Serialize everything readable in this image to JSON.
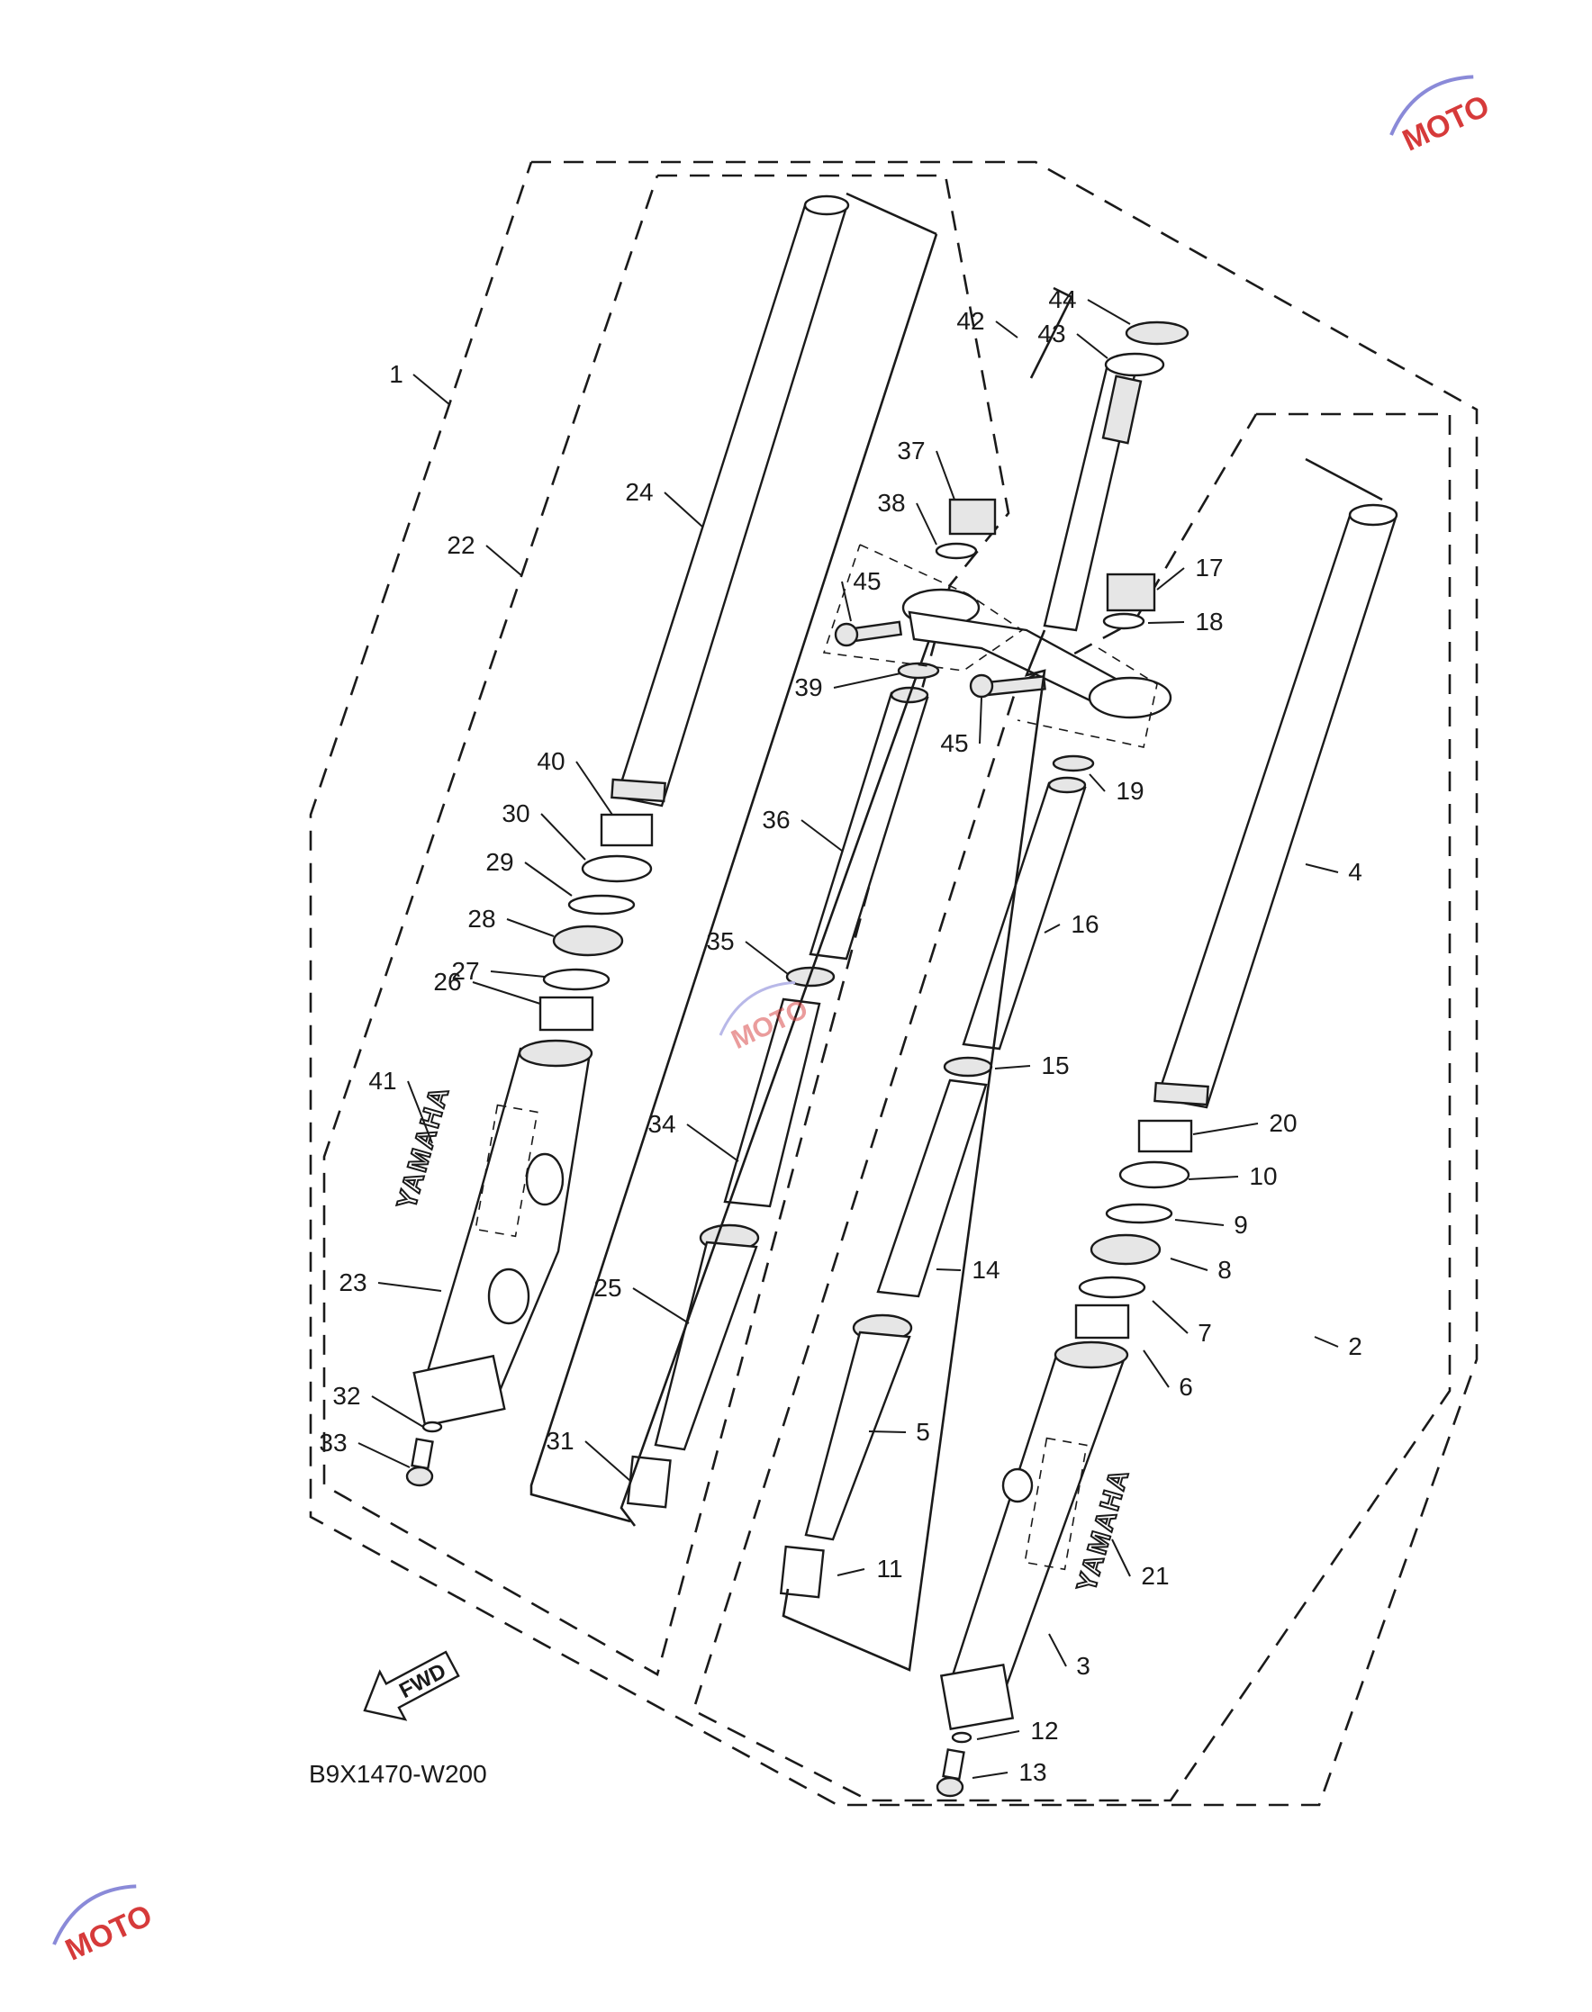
{
  "diagram_code": "B9X1470-W200",
  "fwd_label": "FWD",
  "brand_left": "YAMAHA",
  "brand_right": "YAMAHA",
  "watermark_text": "MOTO",
  "colors": {
    "line": "#1a1a1a",
    "watermark": "#d63a3a"
  },
  "callouts": [
    {
      "n": "1"
    },
    {
      "n": "2"
    },
    {
      "n": "3"
    },
    {
      "n": "4"
    },
    {
      "n": "5"
    },
    {
      "n": "6"
    },
    {
      "n": "7"
    },
    {
      "n": "8"
    },
    {
      "n": "9"
    },
    {
      "n": "10"
    },
    {
      "n": "11"
    },
    {
      "n": "12"
    },
    {
      "n": "13"
    },
    {
      "n": "14"
    },
    {
      "n": "15"
    },
    {
      "n": "16"
    },
    {
      "n": "17"
    },
    {
      "n": "18"
    },
    {
      "n": "19"
    },
    {
      "n": "20"
    },
    {
      "n": "21"
    },
    {
      "n": "22"
    },
    {
      "n": "23"
    },
    {
      "n": "24"
    },
    {
      "n": "25"
    },
    {
      "n": "26"
    },
    {
      "n": "27"
    },
    {
      "n": "28"
    },
    {
      "n": "29"
    },
    {
      "n": "30"
    },
    {
      "n": "31"
    },
    {
      "n": "32"
    },
    {
      "n": "33"
    },
    {
      "n": "34"
    },
    {
      "n": "35"
    },
    {
      "n": "36"
    },
    {
      "n": "37"
    },
    {
      "n": "38"
    },
    {
      "n": "39"
    },
    {
      "n": "40"
    },
    {
      "n": "41"
    },
    {
      "n": "42"
    },
    {
      "n": "43"
    },
    {
      "n": "44"
    },
    {
      "n": "45"
    },
    {
      "n": "45"
    }
  ]
}
